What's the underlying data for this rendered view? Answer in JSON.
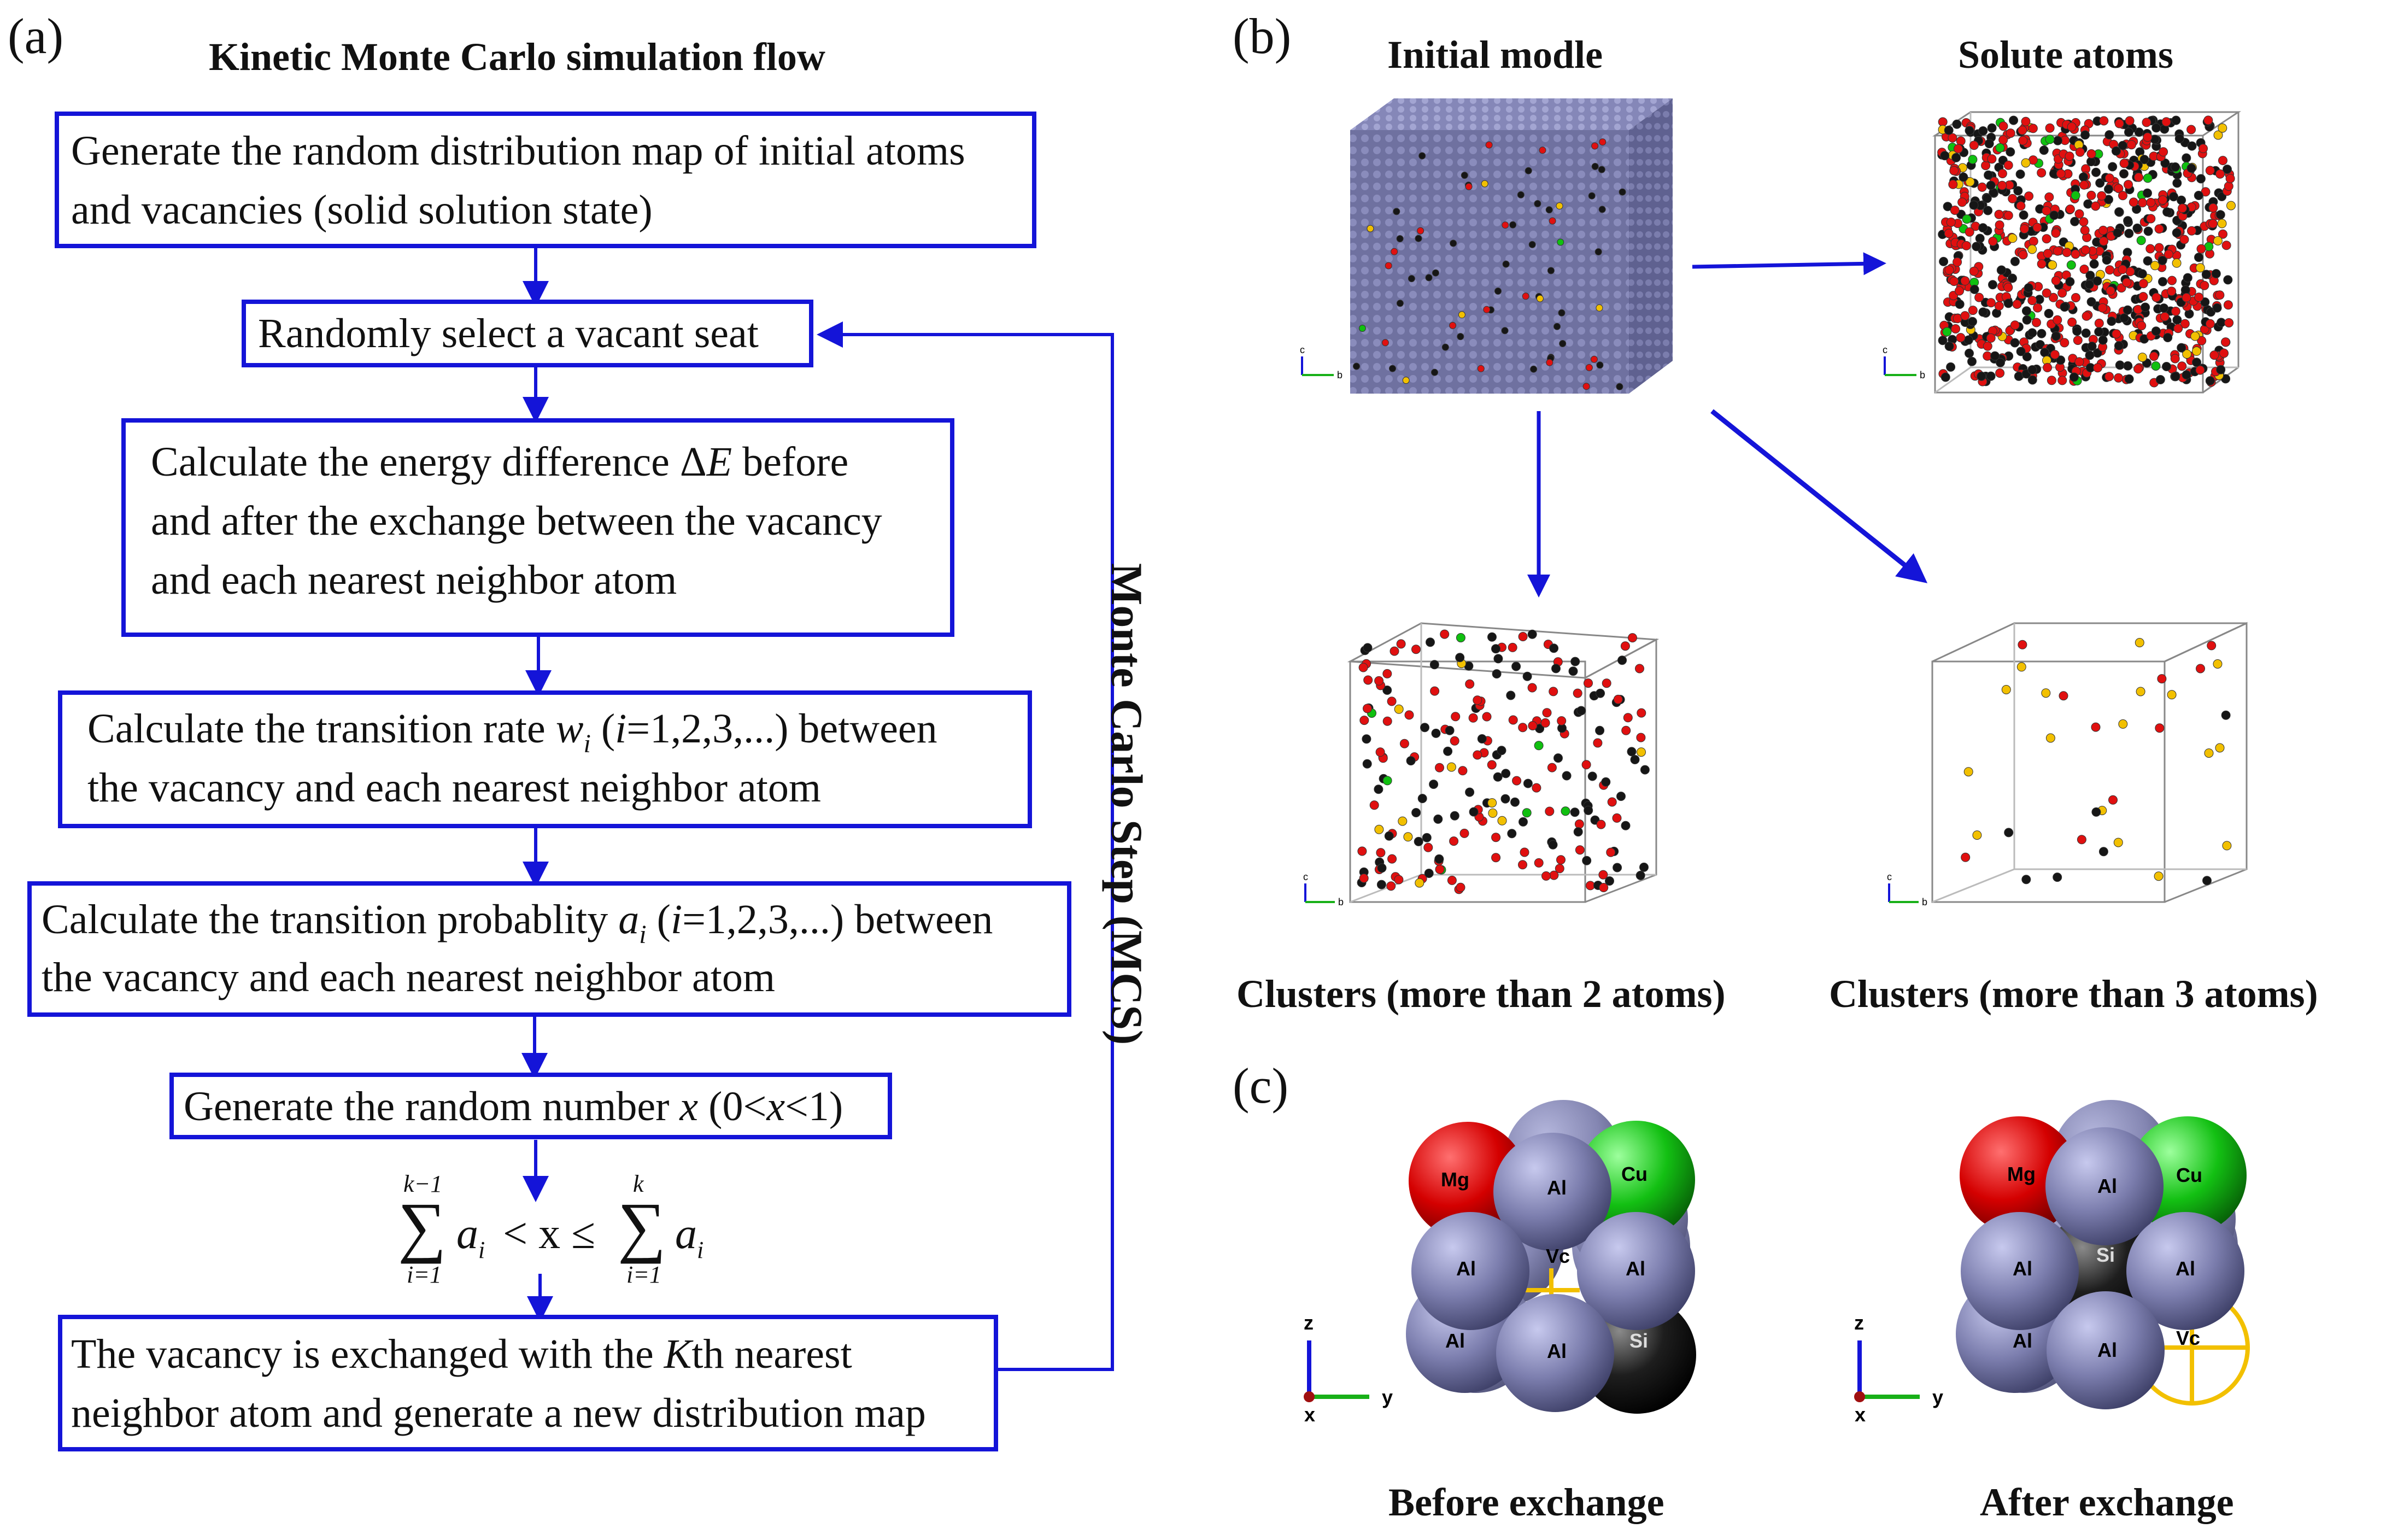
{
  "panel_a": {
    "label": "(a)",
    "title": "Kinetic Monte Carlo simulation flow",
    "steps": [
      {
        "lines": [
          "Generate the random distribution map of initial atoms",
          "and vacancies (solid solution state)"
        ]
      },
      {
        "lines": [
          "Randomly select a vacant seat"
        ]
      },
      {
        "line1_a": "Calculate the energy difference Δ",
        "line1_var": "E",
        "line1_b": " before",
        "line2": "and after the exchange between the vacancy",
        "line3": "and each nearest neighbor atom"
      },
      {
        "line1_a": "Calculate the transition rate ",
        "line1_var": "w",
        "line1_sub": "i",
        "line1_paren_a": " (",
        "line1_i": "i",
        "line1_b": "=1,2,3,...) between",
        "line2": "the vacancy and each nearest neighbor atom"
      },
      {
        "line1_a": "Calculate the transition probablity ",
        "line1_var": "a",
        "line1_sub": "i",
        "line1_paren_a": " (",
        "line1_i": "i",
        "line1_b": "=1,2,3,...) between",
        "line2": "the vacancy and each nearest neighbor atom"
      },
      {
        "line1_a": "Generate the random number ",
        "line1_var": "x",
        "line1_b": " (0<",
        "line1_var2": "x",
        "line1_c": "<1)"
      },
      {
        "line1_a": "The vacancy is exchanged with the ",
        "line1_var": "K",
        "line1_b": "th nearest",
        "line2": "neighbor atom and generate a new distribution map"
      }
    ],
    "formula": {
      "left_upper": "k−1",
      "left_lower": "i=1",
      "middle": "< x ≤",
      "right_upper": "k",
      "right_lower": "i=1",
      "term": "a",
      "term_sub": "i"
    },
    "loop_label": "Monte Carlo Step (MCS)"
  },
  "panel_b": {
    "label": "(b)",
    "initial_title": "Initial modle",
    "solute_title": "Solute atoms",
    "cluster2_caption": "Clusters (more than 2 atoms)",
    "cluster3_caption": "Clusters (more than 3 atoms)",
    "axis_labels": {
      "c": "c",
      "b": "b"
    }
  },
  "panel_c": {
    "label": "(c)",
    "before_caption": "Before exchange",
    "after_caption": "After exchange",
    "atoms": {
      "mg": "Mg",
      "cu": "Cu",
      "al": "Al",
      "si": "Si",
      "vc": "Vc"
    },
    "axes": {
      "z": "z",
      "y": "y",
      "x": "x"
    }
  },
  "colors": {
    "arrow": "#1414d8",
    "box_border": "#1414d8",
    "mg": "#e01010",
    "cu": "#10c010",
    "al": "#7a7ca8",
    "si": "#161616",
    "vacancy": "#f2c000",
    "matrix": "#7577a0"
  }
}
